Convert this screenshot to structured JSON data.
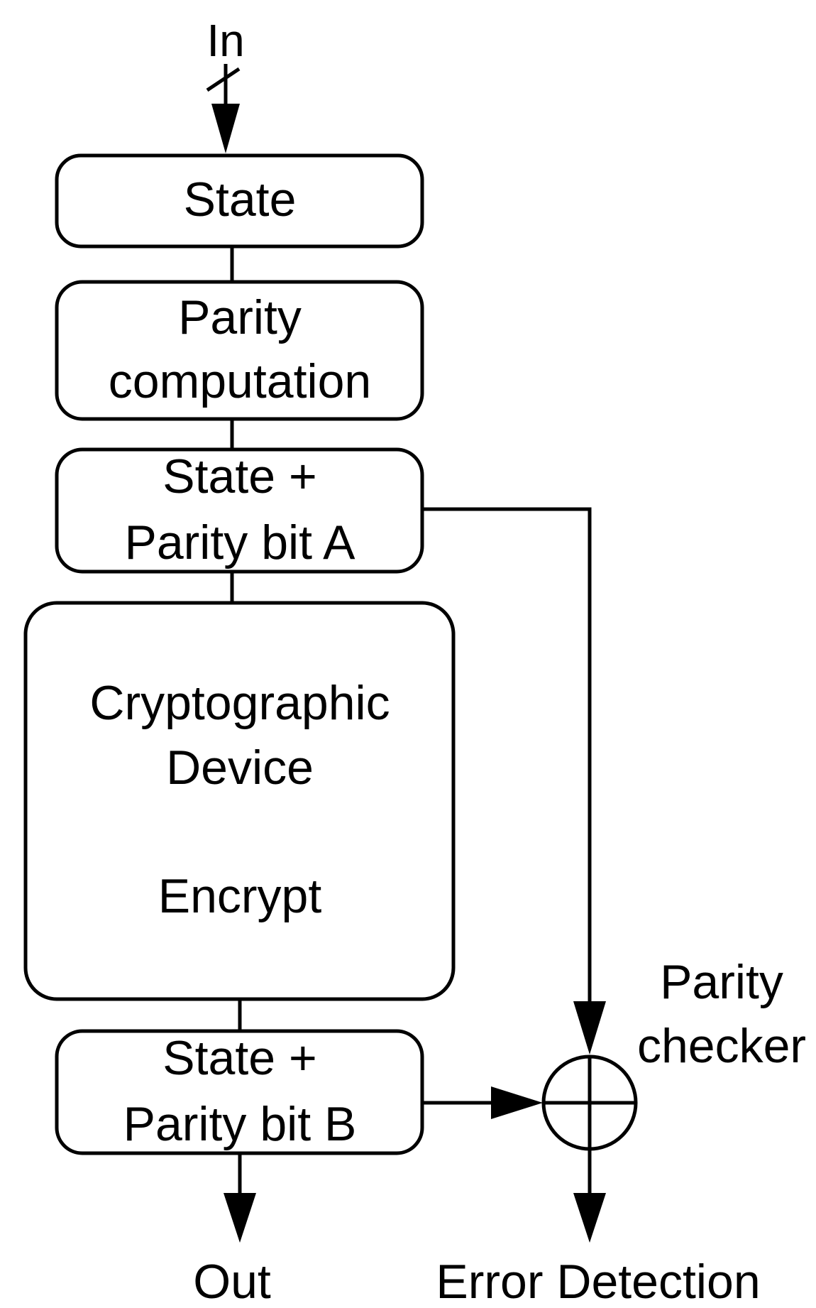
{
  "diagram": {
    "input_label": "In",
    "output_label": "Out",
    "error_label": "Error Detection",
    "checker_label": [
      "Parity",
      "checker"
    ],
    "blocks": {
      "state": [
        "State"
      ],
      "parity_computation": [
        "Parity",
        "computation"
      ],
      "state_parity_a": [
        "State +",
        "Parity bit A"
      ],
      "crypto_device": [
        "Cryptographic",
        "Device",
        "Encrypt"
      ],
      "state_parity_b": [
        "State +",
        "Parity bit B"
      ]
    }
  }
}
